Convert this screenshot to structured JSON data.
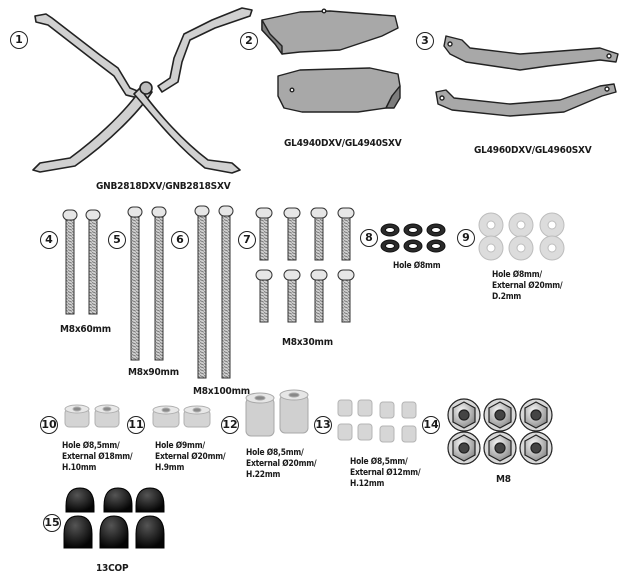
{
  "items": [
    {
      "num": "1"
    },
    {
      "num": "2"
    },
    {
      "num": "3"
    },
    {
      "num": "4"
    },
    {
      "num": "5"
    },
    {
      "num": "6"
    },
    {
      "num": "7"
    },
    {
      "num": "8"
    },
    {
      "num": "9"
    },
    {
      "num": "10"
    },
    {
      "num": "11"
    },
    {
      "num": "12"
    },
    {
      "num": "13"
    },
    {
      "num": "14"
    },
    {
      "num": "15"
    }
  ],
  "labels": {
    "item1": "GNB2818DXV/GNB2818SXV",
    "item2": "GL4940DXV/GL4940SXV",
    "item3": "GL4960DXV/GL4960SXV",
    "item4": "M8x60mm",
    "item5": "M8x90mm",
    "item6": "M8x100mm",
    "item7": "M8x30mm",
    "item8": "Hole Ø8mm",
    "item9": [
      "Hole Ø8mm/",
      "External Ø20mm/",
      "D.2mm"
    ],
    "item10": [
      "Hole Ø8,5mm/",
      "External Ø18mm/",
      "H.10mm"
    ],
    "item11": [
      "Hole Ø9mm/",
      "External Ø20mm/",
      "H.9mm"
    ],
    "item12": [
      "Hole Ø8,5mm/",
      "External Ø20mm/",
      "H.22mm"
    ],
    "item13": [
      "Hole Ø8,5mm/",
      "External Ø12mm/",
      "H.12mm"
    ],
    "item14": "M8",
    "item15": "13COP"
  }
}
